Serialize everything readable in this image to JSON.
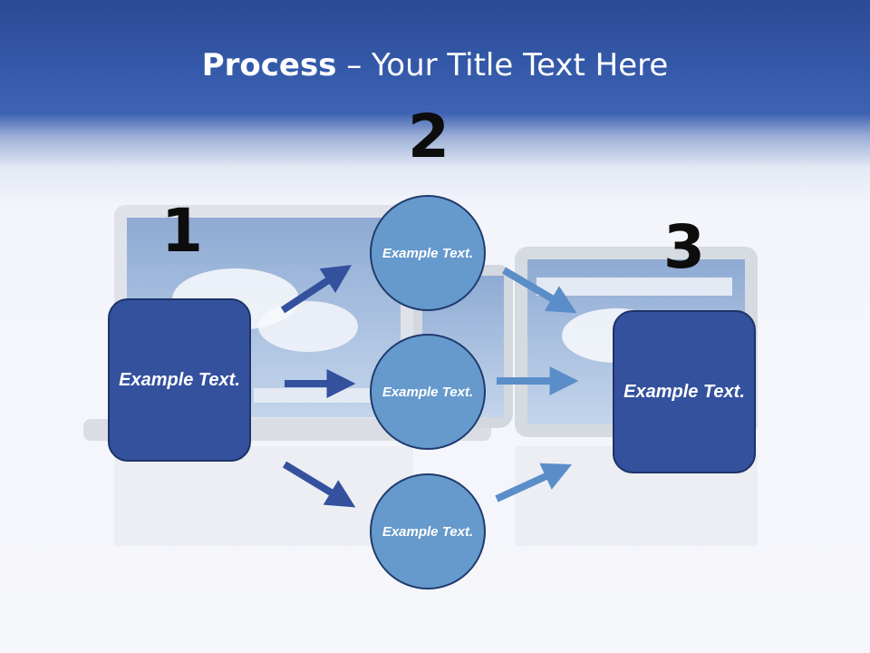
{
  "title": {
    "bold": "Process",
    "rest": " – Your Title Text Here"
  },
  "steps": [
    "1",
    "2",
    "3"
  ],
  "start_box": {
    "text": "Example Text."
  },
  "circles": [
    {
      "text": "Example Text."
    },
    {
      "text": "Example Text."
    },
    {
      "text": "Example Text."
    }
  ],
  "end_box": {
    "text": "Example Text."
  },
  "colors": {
    "header": "#3458a8",
    "box_fill": "#34519e",
    "circle_fill": "#6699cc",
    "arrow_dark": "#34519e",
    "arrow_light": "#5b8ec9"
  }
}
